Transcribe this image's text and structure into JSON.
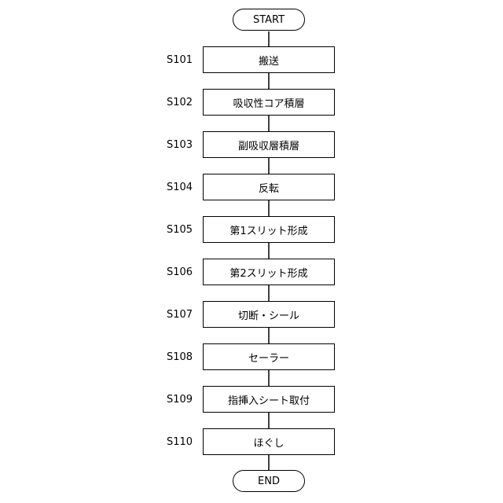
{
  "flowchart": {
    "start_label": "START",
    "end_label": "END",
    "steps": [
      {
        "id": "S101",
        "label": "搬送"
      },
      {
        "id": "S102",
        "label": "吸収性コア積層"
      },
      {
        "id": "S103",
        "label": "副吸収層積層"
      },
      {
        "id": "S104",
        "label": "反転"
      },
      {
        "id": "S105",
        "label": "第1スリット形成"
      },
      {
        "id": "S106",
        "label": "第2スリット形成"
      },
      {
        "id": "S107",
        "label": "切断・シール"
      },
      {
        "id": "S108",
        "label": "セーラー"
      },
      {
        "id": "S109",
        "label": "指挿入シート取付"
      },
      {
        "id": "S110",
        "label": "ほぐし"
      }
    ]
  }
}
